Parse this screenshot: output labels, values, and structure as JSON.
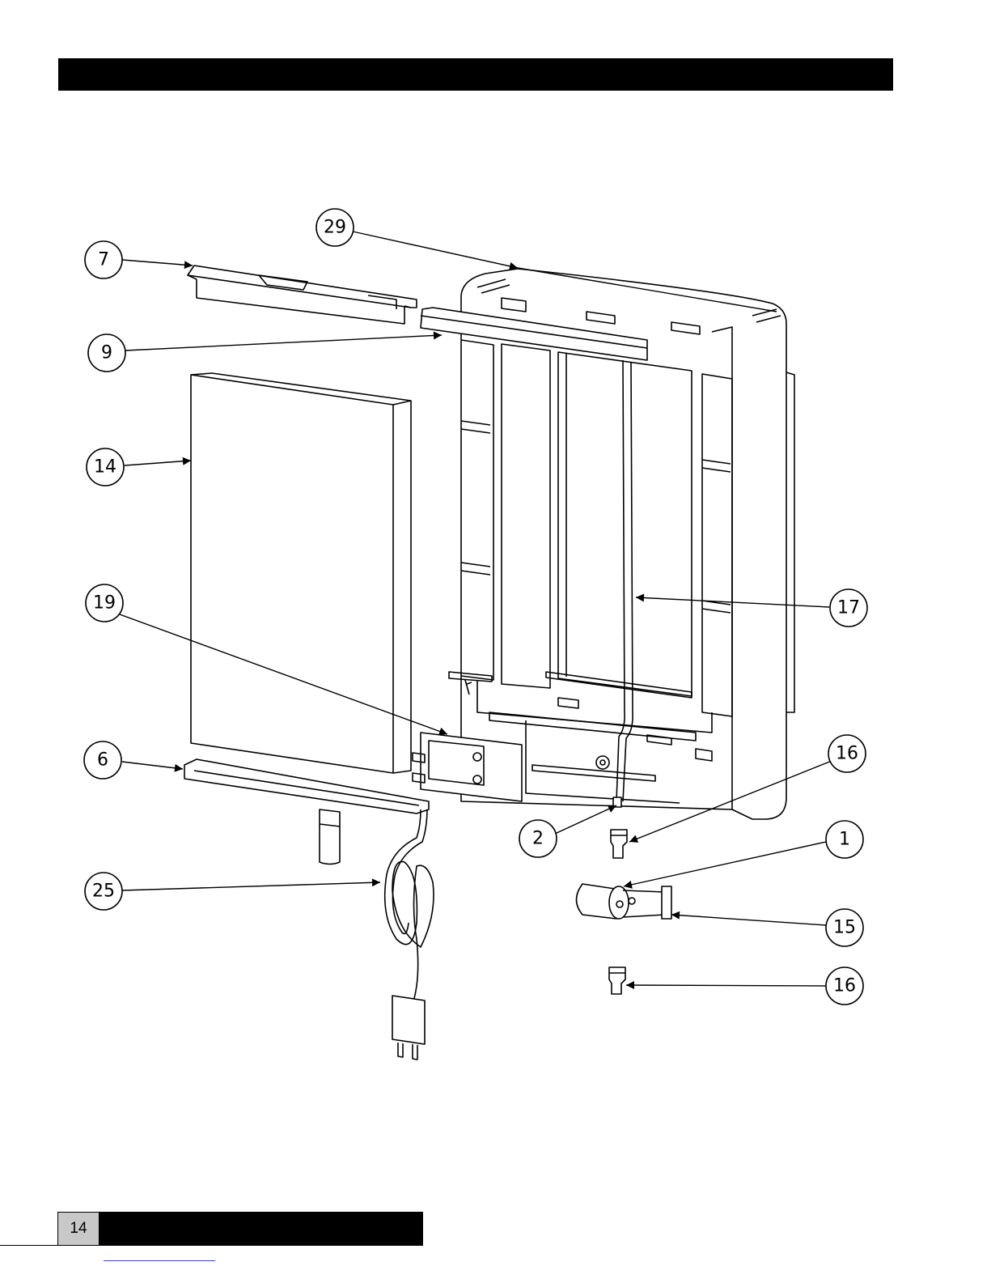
{
  "page": {
    "number": "14"
  },
  "callouts": {
    "c29": "29",
    "c7": "7",
    "c9": "9",
    "c14": "14",
    "c19": "19",
    "c17": "17",
    "c6": "6",
    "c16a": "16",
    "c2": "2",
    "c1": "1",
    "c25": "25",
    "c15": "15",
    "c16b": "16"
  },
  "colors": {
    "bars": "#000000",
    "page_box": "#c8c8c8",
    "link": "#3344cc"
  }
}
